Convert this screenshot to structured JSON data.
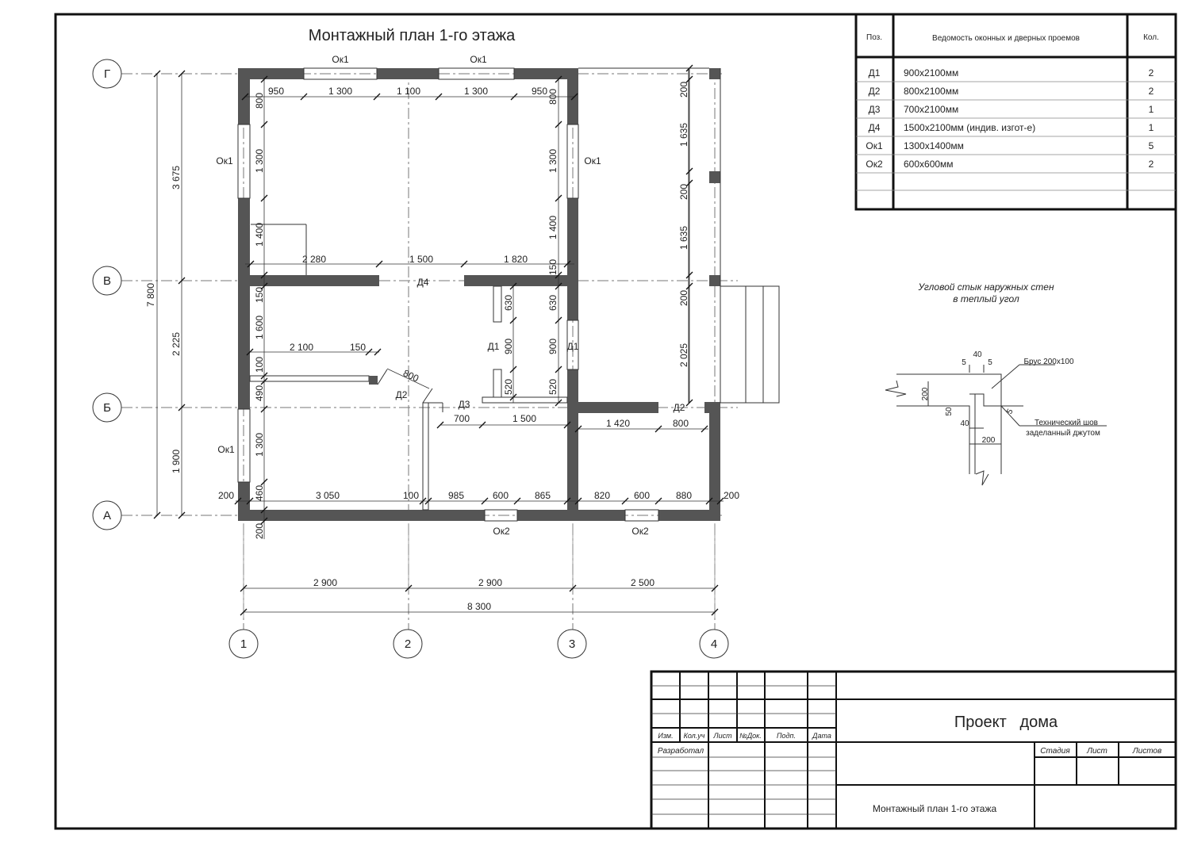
{
  "title": "Монтажный план 1-го этажа",
  "schedule": {
    "headers": {
      "pos": "Поз.",
      "name": "Ведомость оконных и дверных проемов",
      "qty": "Кол."
    },
    "rows": [
      {
        "pos": "Д1",
        "name": "900х2100мм",
        "qty": "2"
      },
      {
        "pos": "Д2",
        "name": "800х2100мм",
        "qty": "2"
      },
      {
        "pos": "Д3",
        "name": "700х2100мм",
        "qty": "1"
      },
      {
        "pos": "Д4",
        "name": "1500х2100мм (индив. изгот-е)",
        "qty": "1"
      },
      {
        "pos": "Ок1",
        "name": "1300х1400мм",
        "qty": "5"
      },
      {
        "pos": "Ок2",
        "name": "600х600мм",
        "qty": "2"
      }
    ]
  },
  "axes": {
    "rows": [
      "Г",
      "В",
      "Б",
      "А"
    ],
    "cols": [
      "1",
      "2",
      "3",
      "4"
    ]
  },
  "openings": {
    "ok1": "Ок1",
    "ok2": "Ок2",
    "d1": "Д1",
    "d2": "Д2",
    "d3": "Д3",
    "d4": "Д4"
  },
  "dims": {
    "top": [
      "950",
      "1 300",
      "1 100",
      "1 300",
      "950"
    ],
    "row_v": [
      "2 280",
      "1 500",
      "1 820"
    ],
    "mid": [
      "2 100",
      "150",
      "800"
    ],
    "d3": [
      "700",
      "1 500"
    ],
    "annex": [
      "1 420",
      "800"
    ],
    "bottom": [
      "200",
      "3 050",
      "100",
      "985",
      "600",
      "865",
      "820",
      "600",
      "880",
      "200"
    ],
    "overall": [
      "2 900",
      "2 900",
      "2 500",
      "8 300"
    ],
    "left_inner": [
      "800",
      "1 300",
      "1 400",
      "150",
      "1 600",
      "100",
      "490",
      "1 300",
      "460",
      "200"
    ],
    "right_inner": [
      "800",
      "1 300",
      "1 400",
      "150",
      "630",
      "900",
      "520"
    ],
    "partition": [
      "630",
      "900",
      "520"
    ],
    "porch": [
      "200",
      "1 635",
      "200",
      "1 635",
      "200",
      "2 025"
    ],
    "left_axes": [
      "3 675",
      "2 225",
      "1 900"
    ],
    "left_total": "7 800"
  },
  "detail": {
    "title_line1": "Угловой стык наружных стен",
    "title_line2": "в теплый угол",
    "beam": "Брус 200х100",
    "seam_line1": "Технический шов",
    "seam_line2": "заделанный джутом",
    "dims": [
      "40",
      "5",
      "5",
      "200",
      "50",
      "40",
      "200",
      "5"
    ]
  },
  "title_block": {
    "cols": [
      "Изм.",
      "Кол.уч",
      "Лист",
      "№Док.",
      "Подп.",
      "Дата"
    ],
    "developed": "Разработал",
    "project": "Проект   дома",
    "stage": "Стадия",
    "sheet": "Лист",
    "sheets": "Листов",
    "drawing_name": "Монтажный план 1-го этажа"
  }
}
